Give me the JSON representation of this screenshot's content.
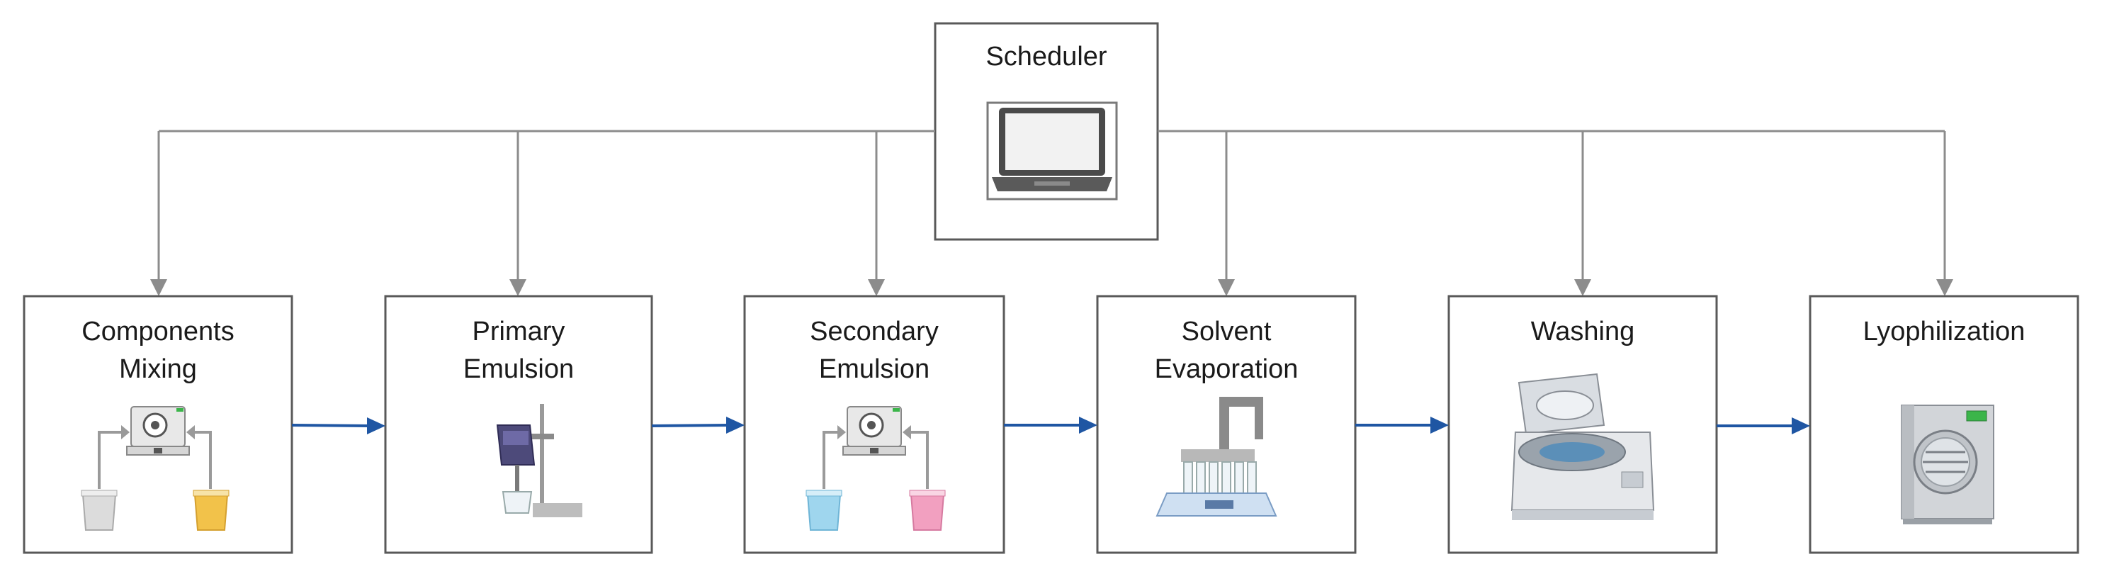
{
  "scheduler": {
    "label": "Scheduler",
    "icon": "laptop-icon"
  },
  "steps": [
    {
      "id": "components-mixing",
      "line1": "Components",
      "line2": "Mixing",
      "icon": "mixer-beakers-icon",
      "beaker_colors": [
        "#dcdcdc",
        "#f2c24a"
      ]
    },
    {
      "id": "primary-emulsion",
      "line1": "Primary",
      "line2": "Emulsion",
      "icon": "homogenizer-icon"
    },
    {
      "id": "secondary-emulsion",
      "line1": "Secondary",
      "line2": "Emulsion",
      "icon": "mixer-beakers-icon",
      "beaker_colors": [
        "#9fd6ee",
        "#f2a0c0"
      ]
    },
    {
      "id": "solvent-evaporation",
      "line1": "Solvent",
      "line2": "Evaporation",
      "icon": "evaporator-icon"
    },
    {
      "id": "washing",
      "line1": "Washing",
      "line2": "",
      "icon": "centrifuge-icon"
    },
    {
      "id": "lyophilization",
      "line1": "Lyophilization",
      "line2": "",
      "icon": "freeze-dryer-icon"
    }
  ],
  "colors": {
    "box_border": "#595959",
    "control_line": "#8c8c8c",
    "flow_arrow": "#1f56a3"
  }
}
